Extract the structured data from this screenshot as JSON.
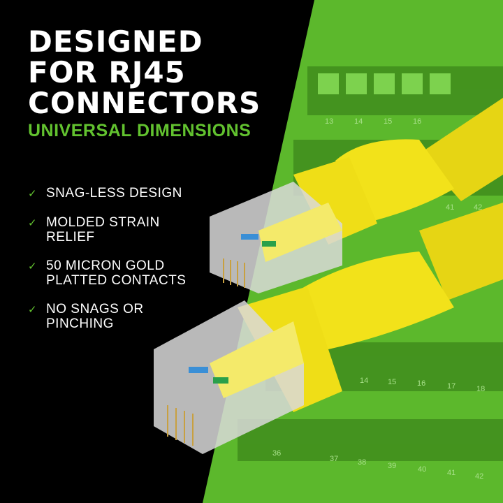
{
  "headline": {
    "lines": [
      "DESIGNED",
      "FOR RJ45",
      "CONNECTORS"
    ]
  },
  "subheadline": "UNIVERSAL DIMENSIONS",
  "features": [
    {
      "icon": "check-icon",
      "lines": [
        "SNAG-LESS DESIGN"
      ]
    },
    {
      "icon": "check-icon",
      "lines": [
        "MOLDED STRAIN",
        "RELIEF"
      ]
    },
    {
      "icon": "check-icon",
      "lines": [
        "50 MICRON GOLD",
        "PLATTED CONTACTS"
      ]
    },
    {
      "icon": "check-icon",
      "lines": [
        "NO SNAGS OR",
        "PINCHING"
      ]
    }
  ],
  "rack_numbers": {
    "top": [
      "13",
      "14",
      "15",
      "16"
    ],
    "mid": [
      "41",
      "42"
    ],
    "lower": [
      "14",
      "15",
      "16",
      "17",
      "18"
    ],
    "bottom": [
      "36",
      "37",
      "38",
      "39",
      "40",
      "41",
      "42"
    ]
  },
  "colors": {
    "accent": "#62c22f",
    "cable": "#f2e21a",
    "background": "#000000"
  }
}
